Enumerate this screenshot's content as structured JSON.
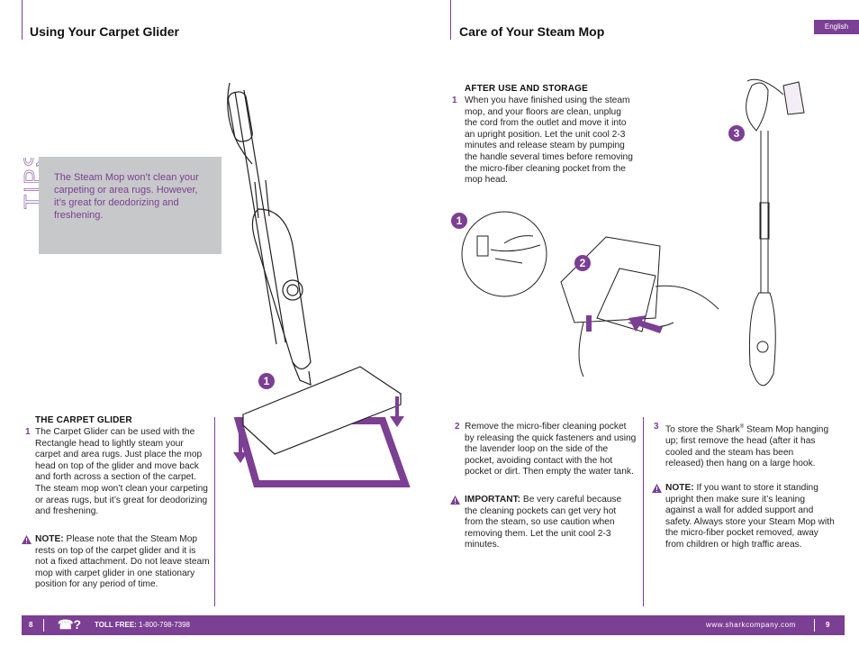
{
  "left": {
    "title": "Using Your Carpet Glider",
    "tips_word": "TIPS",
    "tip_text": "The Steam Mop won’t clean your carpeting or area rugs. However, it’s great for deodorizing and freshening.",
    "section_title": "THE CARPET GLIDER",
    "step1_num": "1",
    "step1_text": "The Carpet Glider can be used with the Rectangle head to lightly steam your carpet and area rugs. Just place the mop head on top of the glider and move back and forth across a section of the carpet. The steam mop won’t clean your carpeting or areas rugs, but it’s great for deodorizing and freshening.",
    "note_label": "NOTE:",
    "note_text": " Please note that the Steam Mop rests on top of the carpet glider and it is not a fixed attachment. Do not leave steam mop with carpet glider in one stationary position for any period of time.",
    "illus_badge": "1"
  },
  "right": {
    "title": "Care of Your Steam Mop",
    "language": "English",
    "section_title": "AFTER USE AND STORAGE",
    "step1_num": "1",
    "step1_text": "When you have finished using the steam mop, and your floors are clean, unplug the cord from the outlet and move it into an upright position. Let the unit cool 2-3 minutes and release steam by pumping the handle several times before removing the micro-fiber cleaning pocket from the mop head.",
    "step2_num": "2",
    "step2_text": "Remove the micro-fiber cleaning pocket by releasing the quick fasteners and using the lavender loop on the side of the pocket, avoiding contact with the hot pocket or dirt. Then empty the water tank.",
    "important_label": "IMPORTANT:",
    "important_text": " Be very careful because the cleaning pockets can get very hot from the steam, so use caution when removing them. Let the unit cool 2-3 minutes.",
    "step3_num": "3",
    "step3_text_a": "To store the Shark",
    "step3_reg": "®",
    "step3_text_b": " Steam Mop hanging up; first remove the head (after it has cooled and the steam has been released) then hang on a large hook.",
    "note_label": "NOTE:",
    "note_text": " If you want to store it standing upright then make sure it’s leaning against a wall for added support and safety. Always store your Steam Mop with the micro-fiber pocket removed, away from children or high traffic areas.",
    "badge1": "1",
    "badge2": "2",
    "badge3": "3"
  },
  "footer": {
    "page_left": "8",
    "toll_label": "TOLL FREE:",
    "toll_number": " 1-800-798-7398",
    "phone_glyph": "☎?",
    "website": "www.sharkcompany.com",
    "page_right": "9"
  },
  "colors": {
    "accent": "#7b3f93",
    "tip_box": "#c7c8ca",
    "text": "#231f20"
  }
}
